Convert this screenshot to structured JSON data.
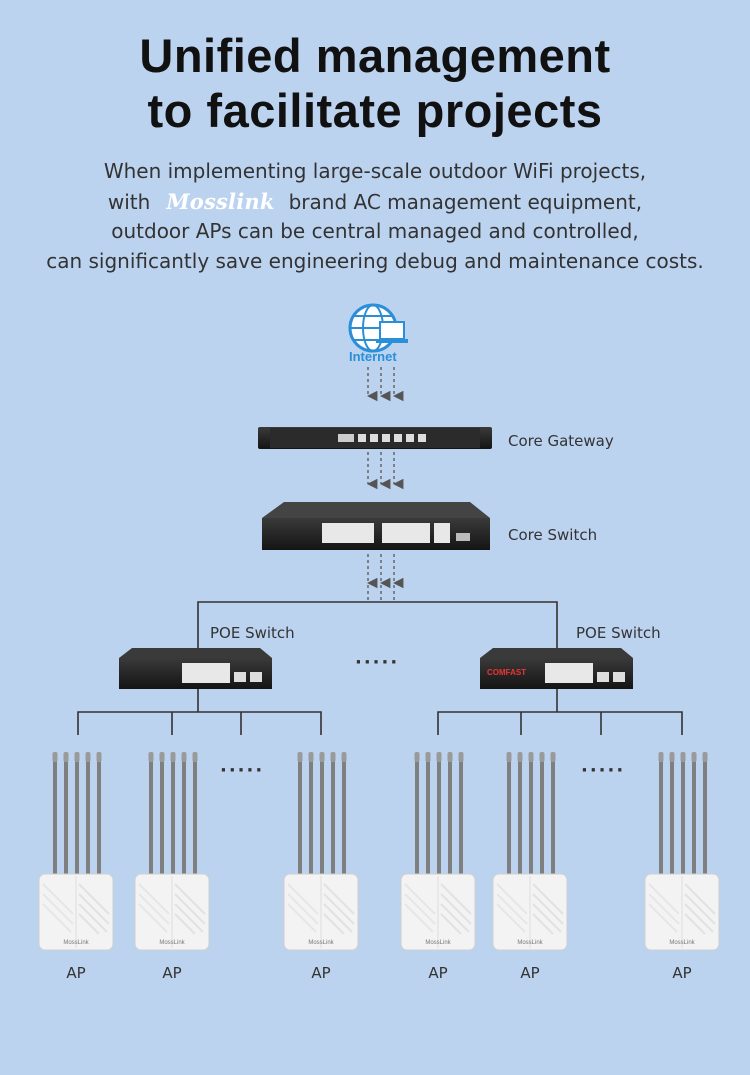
{
  "header": {
    "title_line1": "Unified management",
    "title_line2": "to facilitate projects",
    "sub_line1": "When implementing large-scale outdoor WiFi projects,",
    "sub_line2_pre": "with",
    "brand": "Mosslink",
    "sub_line2_post": "brand AC management equipment,",
    "sub_line3": "outdoor APs can be central managed and controlled,",
    "sub_line4": "can significantly save engineering debug and maintenance costs."
  },
  "diagram": {
    "internet_label": "Internet",
    "core_gateway_label": "Core Gateway",
    "core_switch_label": "Core Switch",
    "poe_left_label": "POE Switch",
    "poe_right_label": "POE Switch",
    "poe_brand": "COMFAST",
    "ellipsis": "·····",
    "ap_label": "AP",
    "ap_brand": "MossLink"
  }
}
